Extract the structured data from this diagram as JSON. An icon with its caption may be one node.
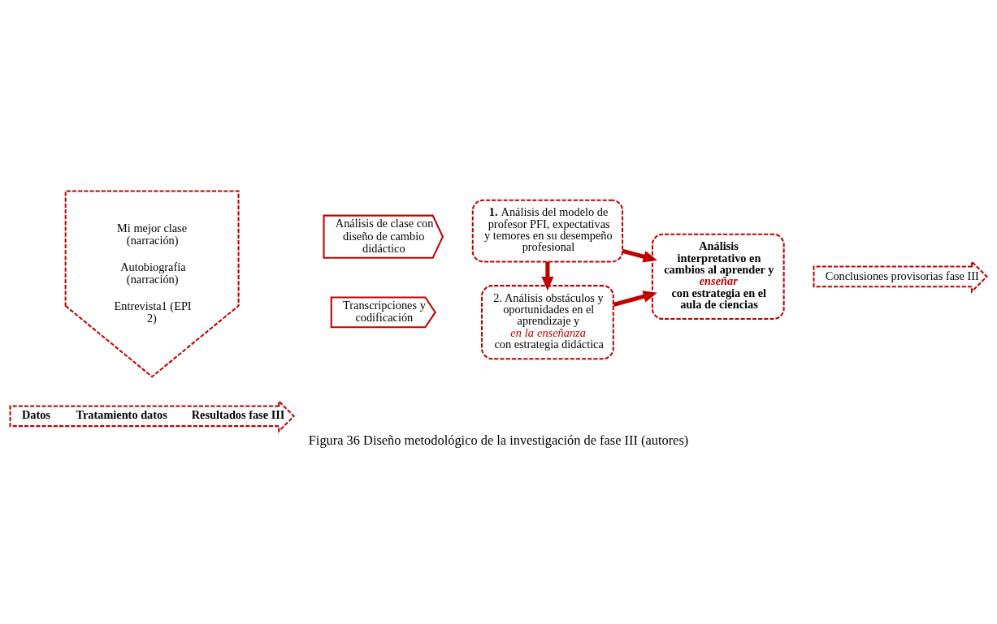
{
  "diagram": {
    "caption": "Figura 36 Diseño metodológico de la investigación de fase III (autores)",
    "nodes": [
      {
        "text": [
          "Datos",
          "Tratamiento datos",
          "Resultados fase III"
        ]
      },
      {
        "text": [
          "Mi mejor clase (narración)",
          "Autobiografía (narración)",
          "Entrevista1 (EPI 2)"
        ]
      },
      {
        "text": [
          "Análisis de clase con diseño de cambio didáctico"
        ]
      },
      {
        "text": [
          "Transcripciones y codificación"
        ]
      },
      {
        "text": [
          "**1.** Análisis del modelo de profesor PFI, expectativas y temores en su desempeño profesional"
        ]
      },
      {
        "text": [
          "2. Análisis obstáculos y oportunidades en el aprendizaje y *en la enseñanza* con estrategia didáctica"
        ]
      },
      {
        "text": [
          "Análisis interpretativo en cambios al aprender y *enseñar* con estrategia en el aula de ciencias"
        ]
      },
      {
        "text": [
          "Conclusiones provisorias fase III"
        ]
      }
    ],
    "edges": [
      {
        "from": 4,
        "to": 6,
        "arrow": "to"
      },
      {
        "from": 4,
        "to": 5,
        "arrow": "to"
      },
      {
        "from": 5,
        "to": 6,
        "arrow": "to"
      }
    ]
  }
}
